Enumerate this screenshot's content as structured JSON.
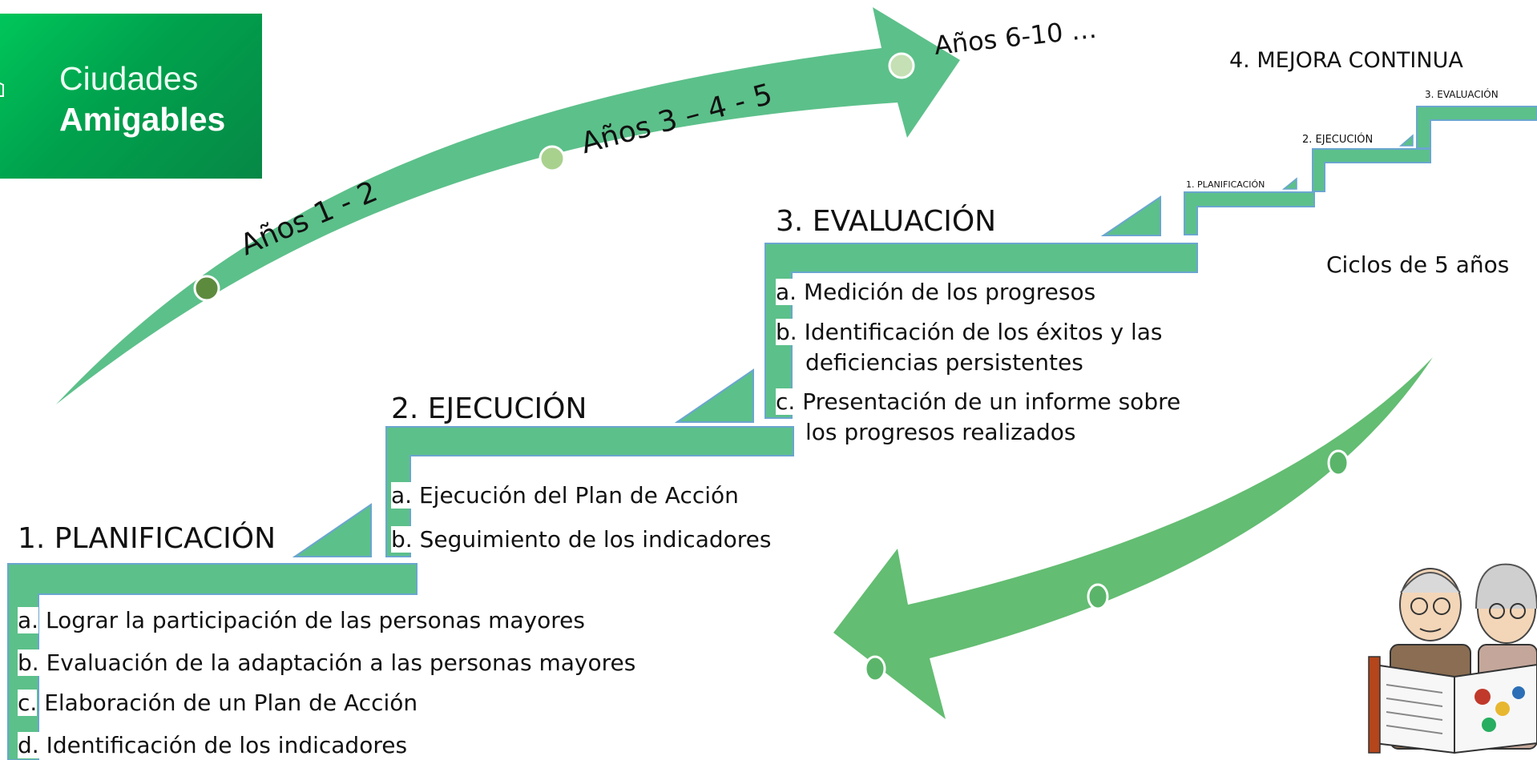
{
  "logo": {
    "line1": "Ciudades",
    "line2": "Amigables"
  },
  "timeline": {
    "y12": "Años  1 - 2",
    "y345": "Años  3 – 4 - 5",
    "y610": "Años 6-10 …"
  },
  "steps": {
    "p1": {
      "title": "1. PLANIFICACIÓN",
      "items": [
        {
          "letter": "a.",
          "text": "Lograr la participación de las personas mayores"
        },
        {
          "letter": "b.",
          "text": "Evaluación de la adaptación a las personas mayores"
        },
        {
          "letter": "c.",
          "text": "Elaboración de un Plan de Acción"
        },
        {
          "letter": "d.",
          "text": "Identificación de los indicadores"
        }
      ]
    },
    "p2": {
      "title": "2. EJECUCIÓN",
      "items": [
        {
          "letter": "a.",
          "text": "Ejecución del Plan de Acción"
        },
        {
          "letter": "b.",
          "text": "Seguimiento de los indicadores"
        }
      ]
    },
    "p3": {
      "title": "3. EVALUACIÓN",
      "items": [
        {
          "letter": "a.",
          "text": "Medición de los progresos"
        },
        {
          "letter": "b.",
          "text": "Identificación de los éxitos y las",
          "cont": "deficiencias persistentes"
        },
        {
          "letter": "c.",
          "text": "Presentación de un informe sobre",
          "cont": "los progresos realizados"
        }
      ]
    }
  },
  "mini": {
    "title": "4. MEJORA CONTINUA",
    "s1": "1. PLANIFICACIÓN",
    "s2": "2. EJECUCIÓN",
    "s3": "3. EVALUACIÓN",
    "cycle": "Ciclos de 5 años"
  },
  "colors": {
    "green": "#5cc08a",
    "stroke": "#6aa6cf",
    "arrow2": "#63bd72"
  }
}
